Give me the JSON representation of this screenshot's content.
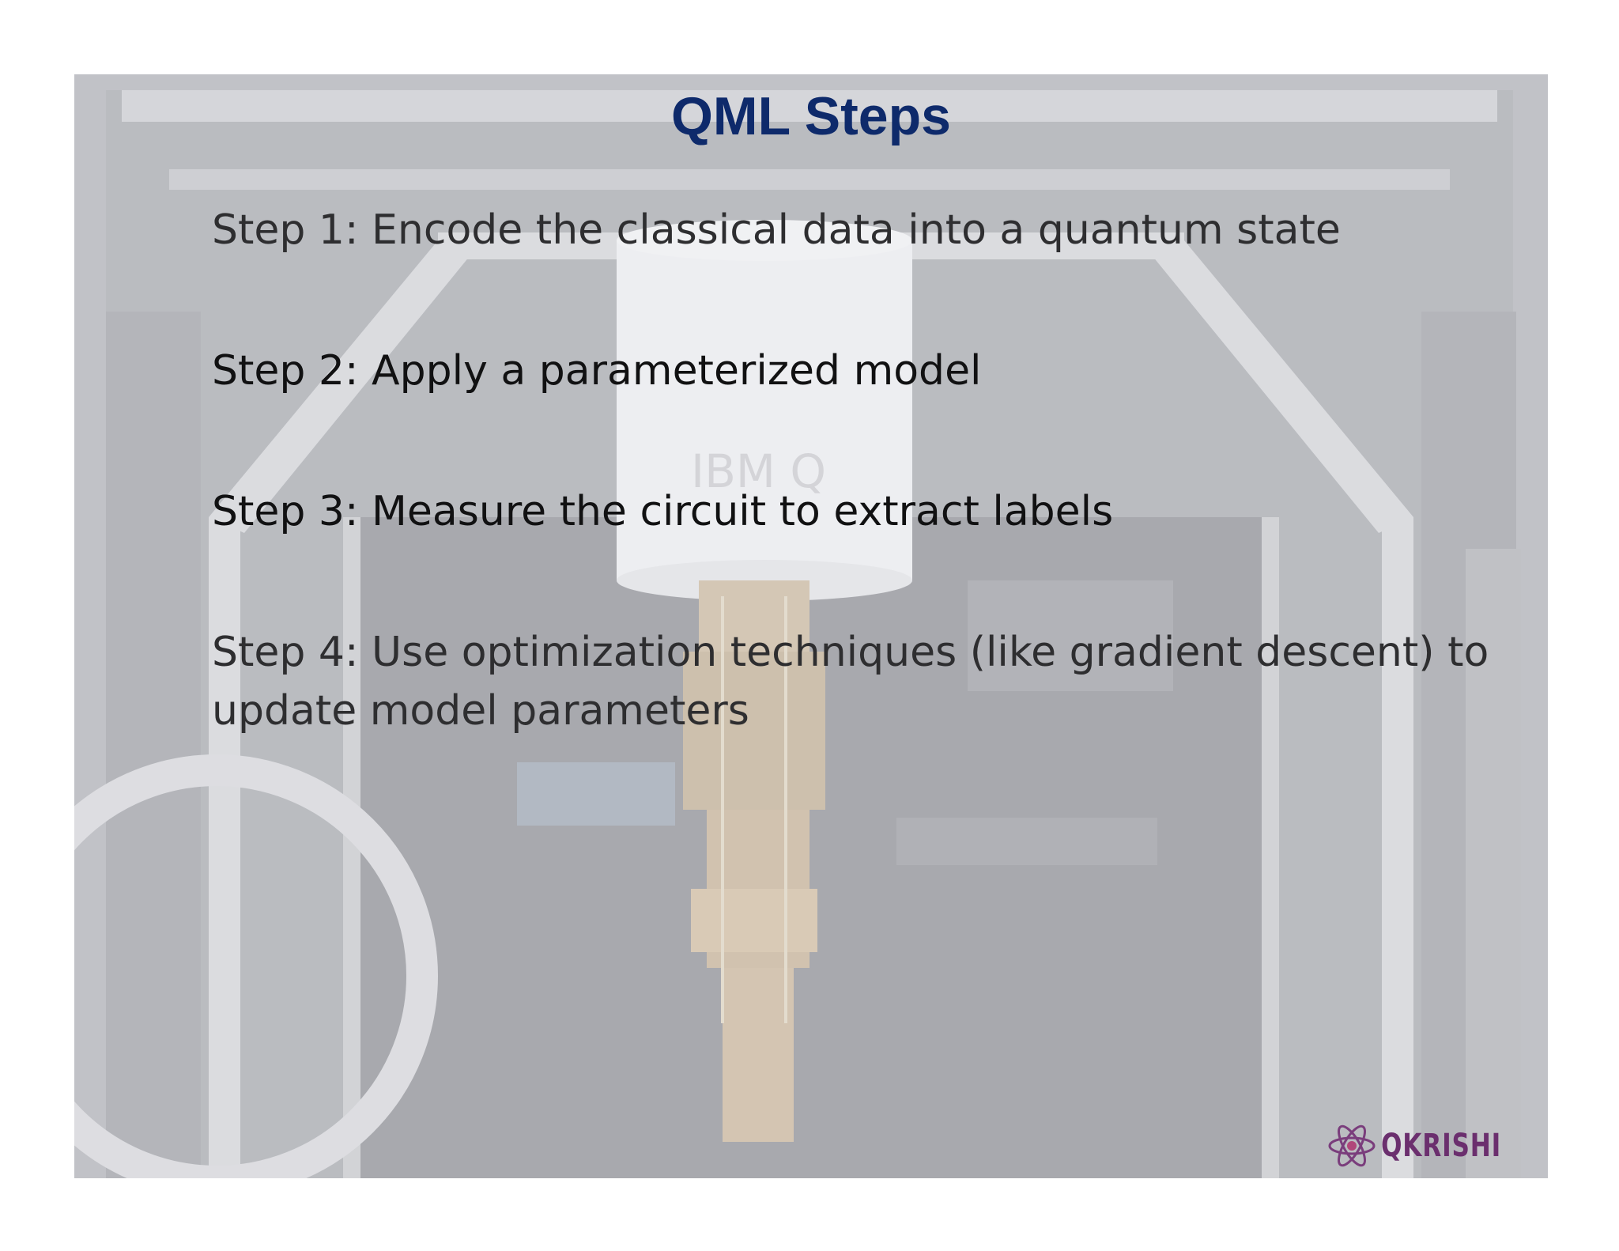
{
  "slide": {
    "title": "QML Steps",
    "steps": [
      "Step 1: Encode the classical data into a quantum state",
      "Step 2: Apply a parameterized model",
      "Step 3: Measure the circuit to extract labels",
      "Step 4: Use optimization techniques (like gradient descent) to update model parameters"
    ],
    "background_label": "IBM Q",
    "logo_text": "QKRISHI"
  },
  "colors": {
    "title": "#0e2a6b",
    "body_text": "#2e2e30",
    "logo": "#6b2f6e"
  },
  "icons": [
    "atom-icon"
  ]
}
